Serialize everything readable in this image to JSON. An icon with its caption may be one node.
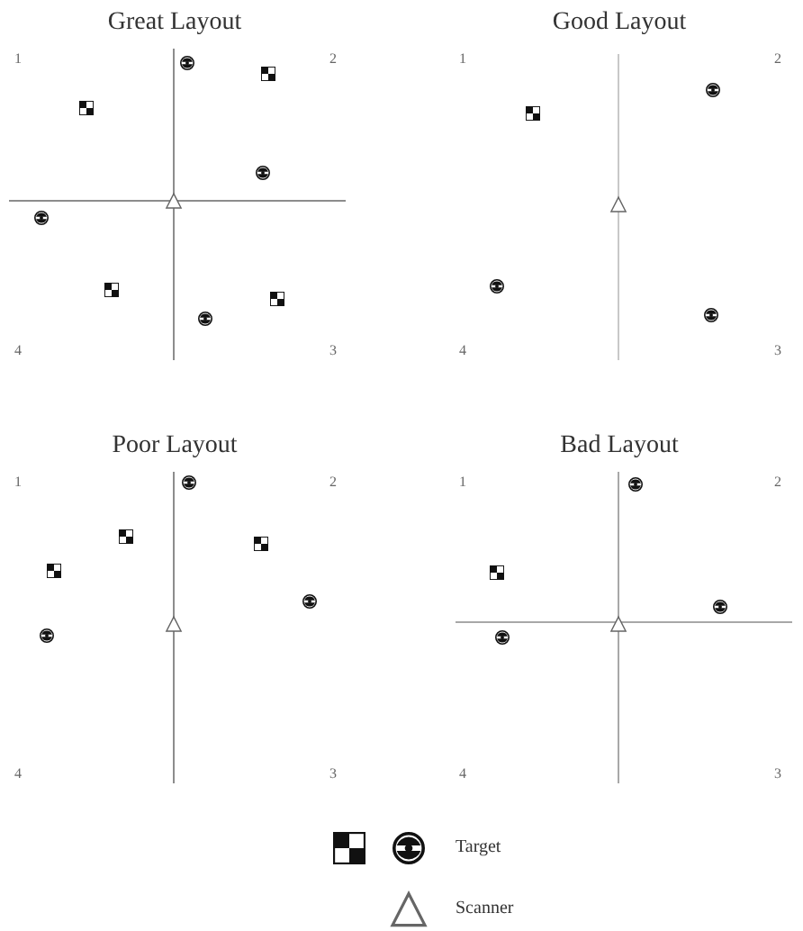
{
  "diagram": {
    "labels": [
      "Great Layout",
      "1",
      "2",
      "4",
      "3",
      "Good Layout",
      "1",
      "2",
      "4",
      "3",
      "Poor Layout",
      "1",
      "2",
      "4",
      "3",
      "Bad Layout",
      "1",
      "2",
      "4",
      "3"
    ],
    "legend": [
      {
        "text": "Target"
      },
      {
        "text": "Scanner"
      }
    ]
  }
}
